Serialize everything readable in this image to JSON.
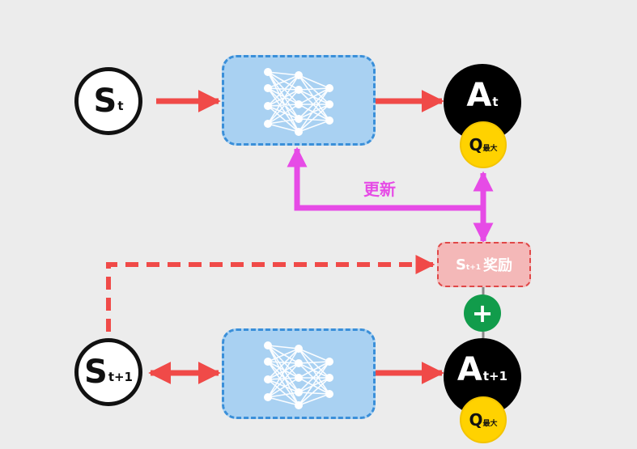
{
  "nodes": {
    "state_top": {
      "letter": "S",
      "sub": "t"
    },
    "action_top": {
      "letter": "A",
      "sub": "t"
    },
    "q_top": {
      "letter": "Q",
      "sub": "最大"
    },
    "state_bottom": {
      "letter": "S",
      "sub": "t+1"
    },
    "action_bottom": {
      "letter": "A",
      "sub": "t+1"
    },
    "q_bottom": {
      "letter": "Q",
      "sub": "最大"
    },
    "reward": {
      "s": "S",
      "sub": "t+1",
      "label": "奖励"
    },
    "plus": "+"
  },
  "labels": {
    "update": "更新"
  },
  "colors": {
    "arrow_red": "#f04a48",
    "update_magenta": "#e64be6",
    "network_fill": "#a9d1f2",
    "network_border": "#3a8fd9",
    "q_yellow": "#ffd200",
    "plus_green": "#119c4b",
    "reward_fill": "#f4b8b8"
  },
  "icons": {
    "network": "neural-network-icon"
  }
}
